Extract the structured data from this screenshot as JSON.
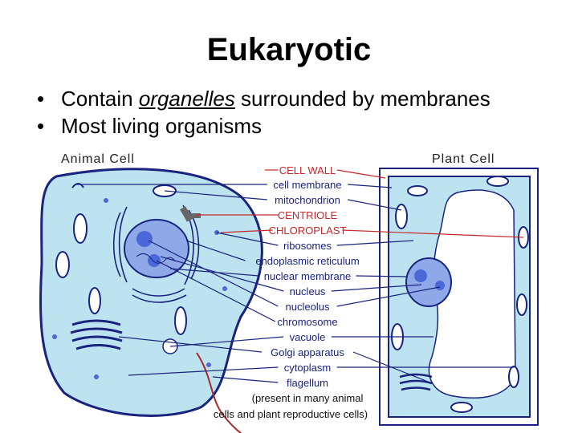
{
  "slide": {
    "title": "Eukaryotic",
    "bullet1_before": "Contain ",
    "bullet1_emph": "organelles",
    "bullet1_after": " surrounded by membranes",
    "bullet2": "Most living organisms"
  },
  "diagram": {
    "animal_cell_label": "Animal Cell",
    "plant_cell_label": "Plant Cell",
    "labels": [
      "CELL WALL",
      "cell membrane",
      "mitochondrion",
      "CENTRIOLE",
      "CHLOROPLAST",
      "ribosomes",
      "endoplasmic reticulum",
      "nuclear membrane",
      "nucleus",
      "nucleolus",
      "chromosome",
      "vacuole",
      "Golgi apparatus",
      "cytoplasm",
      "flagellum"
    ],
    "label_colors": [
      "red",
      "navy",
      "navy",
      "red",
      "red",
      "navy",
      "navy",
      "navy",
      "navy",
      "navy",
      "navy",
      "navy",
      "navy",
      "navy",
      "navy"
    ],
    "footnote_line1": "(present in many animal",
    "footnote_line2": "cells and plant reproductive cells)"
  },
  "colors": {
    "cell_fill": "#bde3f0",
    "membrane": "#1a237e",
    "nucleus": "#8fa8e8",
    "nucleolus": "#4a68d8",
    "label_red": "#c62828",
    "label_navy": "#1a237e"
  }
}
